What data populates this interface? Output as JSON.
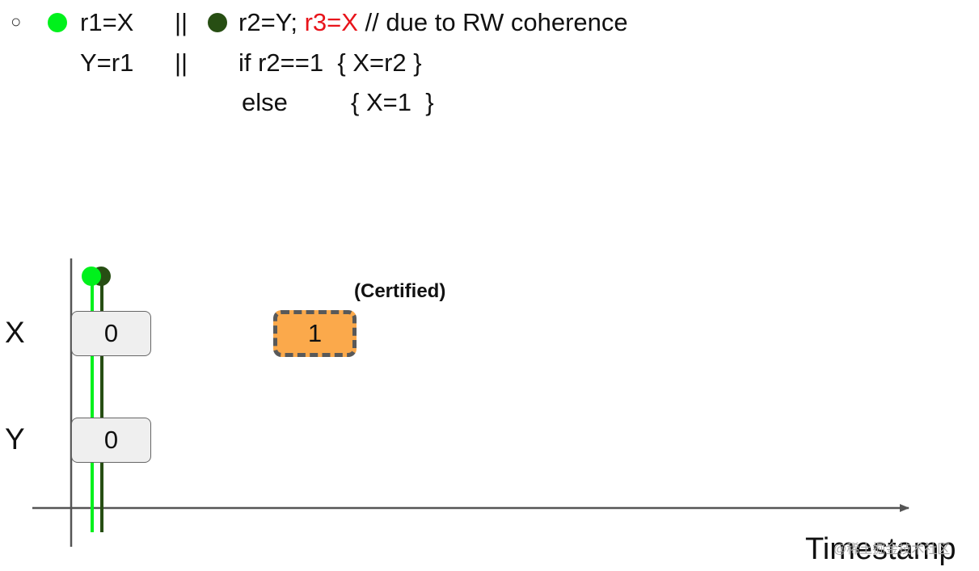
{
  "code": {
    "thread1_line1": "r1=X",
    "sep": "||",
    "thread2_line1_a": "r2=Y; ",
    "thread2_line1_red": "r3=X",
    "thread2_line1_b": " // due to RW coherence",
    "thread1_line2": "Y=r1",
    "thread2_line2": "if r2==1  { X=r2 }",
    "thread2_line3a": "else",
    "thread2_line3b": "{ X=1  }"
  },
  "bullet_glyph": "○",
  "colors": {
    "thread1": "#00f11c",
    "thread2": "#274e13",
    "highlight": "#e8141b",
    "certified_fill": "#fba94b"
  },
  "diagram": {
    "row_x": "X",
    "row_y": "Y",
    "x_initial": "0",
    "y_initial": "0",
    "x_new_value": "1",
    "certified_label": "(Certified)",
    "axis_label": "Timestamp"
  },
  "watermark": "@稀土掘金技术社区"
}
